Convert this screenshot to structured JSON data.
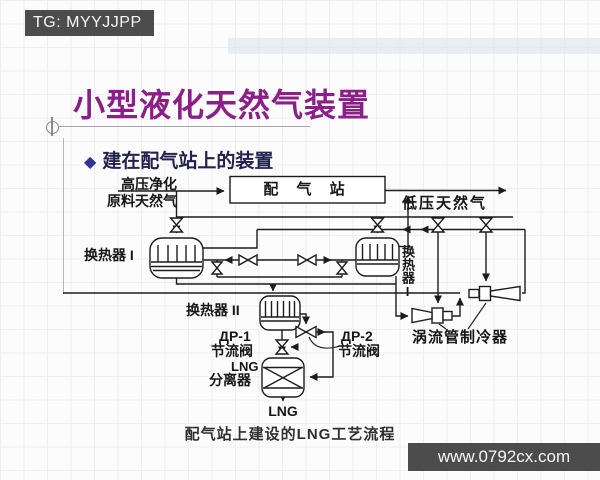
{
  "overlays": {
    "top_watermark": "TG: MYYJJPP",
    "bottom_watermark": "www.0792cx.com"
  },
  "icons": {
    "bullet": "◆"
  },
  "slide": {
    "title": "小型液化天然气装置",
    "bullet_text": "建在配气站上的装置",
    "caption": "配气站上建设的LNG工艺流程"
  },
  "diagram": {
    "labels": {
      "feed_line1": "高压净化",
      "feed_line2": "原料天然气",
      "station": "配 气 站",
      "lp_gas": "低压天然气",
      "hx1": "换热器 I",
      "hx_right": "换热器I",
      "hx2": "换热器 II",
      "dr1_name": "ДР-1",
      "dr1_type": "节流阀",
      "dr2_name": "ДР-2",
      "dr2_type": "节流阀",
      "sep_line1": "LNG",
      "sep_line2": "分离器",
      "lng_out": "LNG",
      "vortex": "涡流管制冷器"
    }
  },
  "colors": {
    "title_text": "#8a1f87",
    "bullet_diamond": "#32329b",
    "bullet_text": "#22224e",
    "watermark_bg": "#4c4c4c",
    "diagram_line": "#1c1c1c",
    "background": "#fdfcfd"
  }
}
